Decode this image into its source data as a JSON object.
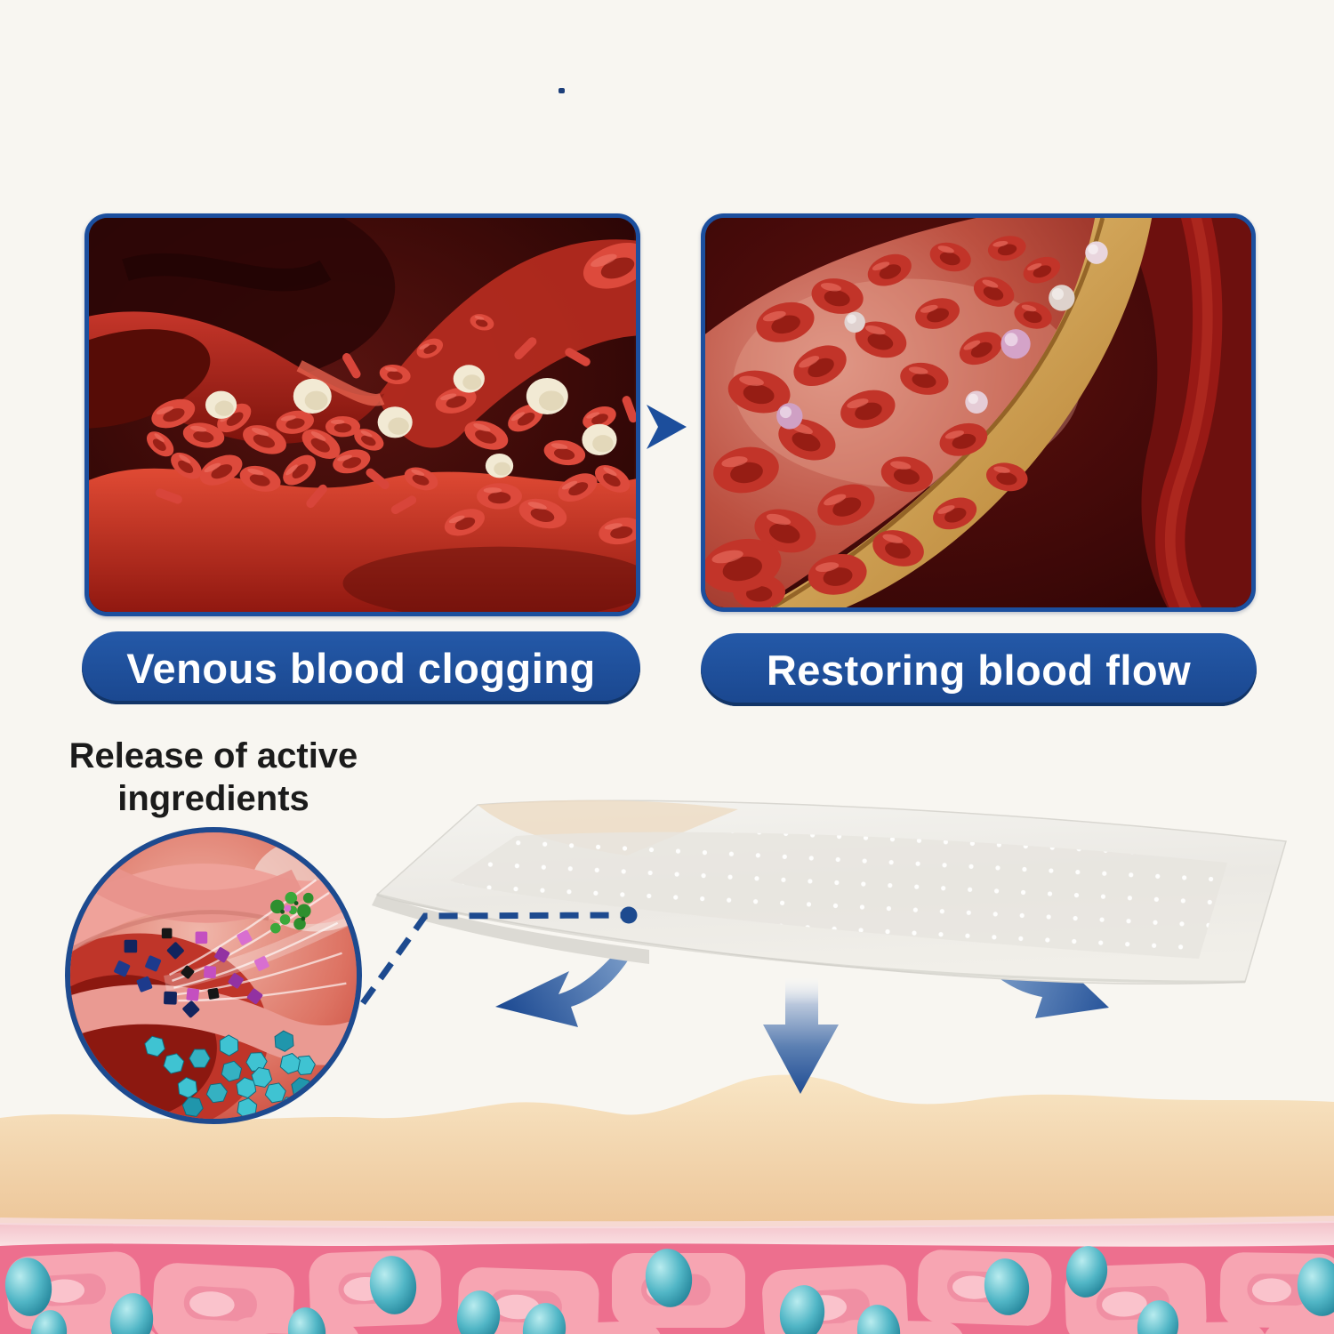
{
  "page": {
    "background": "#f8f6f1"
  },
  "panels": {
    "clogged": {
      "label": "Venous blood clogging"
    },
    "restored": {
      "label": "Restoring blood flow"
    }
  },
  "caption": {
    "release": "Release of active ingredients"
  },
  "colors": {
    "frame_blue": "#1c4f9e",
    "pill_blue": "#1e4f9c",
    "arrow_blue": "#2b5aa0",
    "dash_blue": "#1d4a8f",
    "caption_text": "#1b1b1b",
    "skin_cream": "#f3d7ac",
    "skin_pink": "#f5b9c3",
    "cell_pink": "#f7a5b2",
    "nucleus_teal": "#3aa9bd"
  },
  "icons": {
    "forward_arrow": "right-arrowhead-icon",
    "release_arrows": "three-down-arrows-icon",
    "magnifier_link": "dashed-callout-line-icon"
  }
}
